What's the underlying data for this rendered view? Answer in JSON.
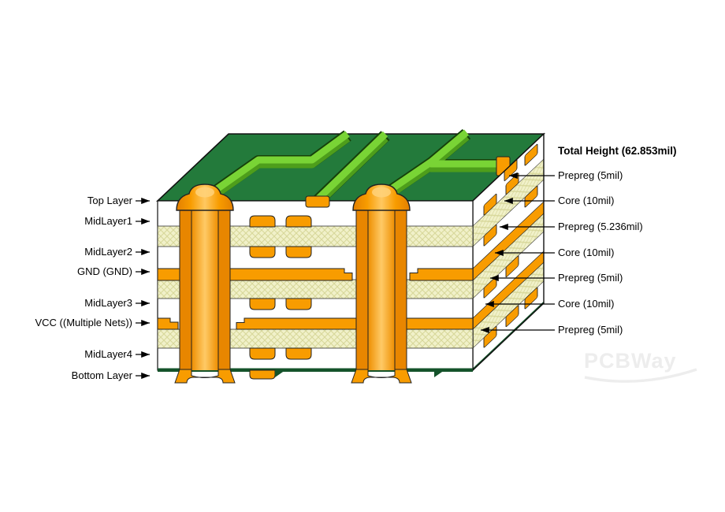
{
  "diagram_title": "PCB layer stackup 3D diagram",
  "labels": {
    "left": [
      "Top Layer",
      "MidLayer1",
      "MidLayer2",
      "GND (GND)",
      "MidLayer3",
      "VCC ((Multiple Nets))",
      "MidLayer4",
      "Bottom Layer"
    ],
    "right_heading": "Total Height (62.853mil)",
    "right": [
      "Prepreg (5mil)",
      "Core (10mil)",
      "Prepreg (5.236mil)",
      "Core (10mil)",
      "Prepreg (5mil)",
      "Core (10mil)",
      "Prepreg (5mil)"
    ]
  },
  "watermark": "PCBWay",
  "colors": {
    "pcb_green": "#237A3B",
    "trace_green_top": "#79D435",
    "trace_green_side": "#4E9E1B",
    "copper_orange": "#F89C00",
    "copper_wall_orange": "#E88600",
    "copper_light": "#FFCA66",
    "core_cream": "#F1F1C9",
    "core_hatch": "#D8D89B",
    "prepreg_white": "#FFFFFF",
    "board_edge_green": "#14532A",
    "label_color": "#000000",
    "watermark_gray": "#EDEDED"
  }
}
